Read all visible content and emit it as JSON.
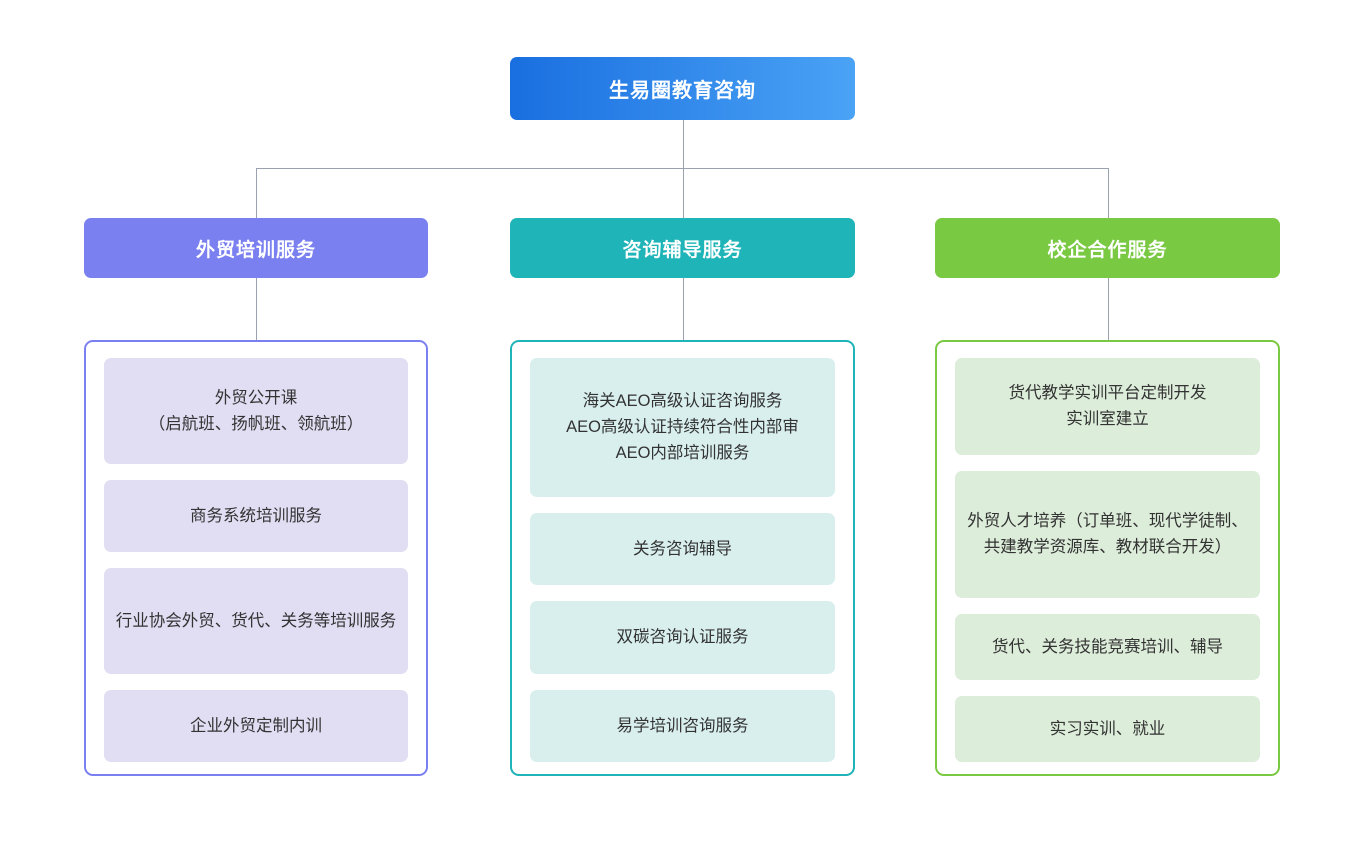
{
  "chart_data": {
    "type": "diagram",
    "diagram_kind": "organization-tree",
    "title": "生易圈教育咨询",
    "root": {
      "label": "生易圈教育咨询",
      "color_from": "#1a6fe0",
      "color_to": "#4aa3f5",
      "text_color": "#ffffff"
    },
    "connector_color": "#9aa3ad",
    "branches": [
      {
        "label": "外贸培训服务",
        "accent": "#7b80f0",
        "card_fill": "#e1ddf3",
        "items": [
          "外贸公开课\n（启航班、扬帆班、领航班）",
          "商务系统培训服务",
          "行业协会外贸、货代、关务等培训服务",
          "企业外贸定制内训"
        ],
        "item_lines": [
          2,
          1,
          2,
          1
        ]
      },
      {
        "label": "咨询辅导服务",
        "accent": "#1fb4b8",
        "card_fill": "#d8efee",
        "items": [
          "海关AEO高级认证咨询服务\nAEO高级认证持续符合性内部审\nAEO内部培训服务",
          "关务咨询辅导",
          "双碳咨询认证服务",
          "易学培训咨询服务"
        ],
        "item_lines": [
          3,
          1,
          1,
          1
        ]
      },
      {
        "label": "校企合作服务",
        "accent": "#7ac943",
        "card_fill": "#dcedda",
        "items": [
          "货代教学实训平台定制开发\n实训室建立",
          "外贸人才培养（订单班、现代学徒制、共建教学资源库、教材联合开发）",
          "货代、关务技能竞赛培训、辅导",
          "实习实训、就业"
        ],
        "item_lines": [
          2,
          3,
          1,
          1
        ]
      }
    ]
  }
}
